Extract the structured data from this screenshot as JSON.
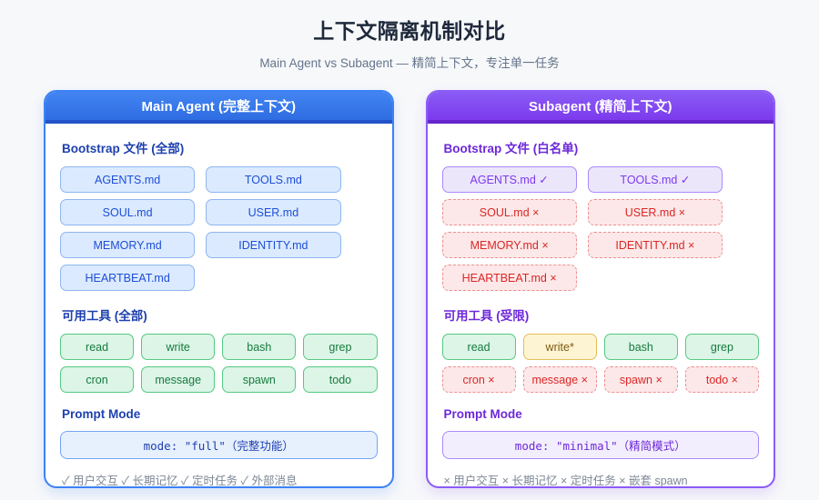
{
  "page": {
    "title": "上下文隔离机制对比",
    "subtitle": "Main Agent vs Subagent — 精简上下文，专注单一任务"
  },
  "colors": {
    "main_accent": "#2e6ce2",
    "sub_accent": "#7c3aed",
    "allowed_green": "#177a3e",
    "blocked_red": "#dc2626",
    "partial_yellow": "#7d5a11"
  },
  "main_agent": {
    "header": "Main Agent (完整上下文)",
    "files_heading": "Bootstrap 文件 (全部)",
    "files": [
      {
        "label": "AGENTS.md",
        "status": "included"
      },
      {
        "label": "TOOLS.md",
        "status": "included"
      },
      {
        "label": "SOUL.md",
        "status": "included"
      },
      {
        "label": "USER.md",
        "status": "included"
      },
      {
        "label": "MEMORY.md",
        "status": "included"
      },
      {
        "label": "IDENTITY.md",
        "status": "included"
      },
      {
        "label": "HEARTBEAT.md",
        "status": "included"
      }
    ],
    "tools_heading": "可用工具 (全部)",
    "tools": [
      {
        "label": "read",
        "status": "allowed"
      },
      {
        "label": "write",
        "status": "allowed"
      },
      {
        "label": "bash",
        "status": "allowed"
      },
      {
        "label": "grep",
        "status": "allowed"
      },
      {
        "label": "cron",
        "status": "allowed"
      },
      {
        "label": "message",
        "status": "allowed"
      },
      {
        "label": "spawn",
        "status": "allowed"
      },
      {
        "label": "todo",
        "status": "allowed"
      }
    ],
    "prompt_heading": "Prompt Mode",
    "prompt_mode": "mode: \"full\"（完整功能）",
    "footer": "✓ 用户交互 ✓ 长期记忆 ✓ 定时任务 ✓ 外部消息"
  },
  "subagent": {
    "header": "Subagent (精简上下文)",
    "files_heading": "Bootstrap 文件 (白名单)",
    "files": [
      {
        "label": "AGENTS.md ✓",
        "status": "allowed"
      },
      {
        "label": "TOOLS.md ✓",
        "status": "allowed"
      },
      {
        "label": "SOUL.md ×",
        "status": "blocked"
      },
      {
        "label": "USER.md ×",
        "status": "blocked"
      },
      {
        "label": "MEMORY.md ×",
        "status": "blocked"
      },
      {
        "label": "IDENTITY.md ×",
        "status": "blocked"
      },
      {
        "label": "HEARTBEAT.md ×",
        "status": "blocked"
      }
    ],
    "tools_heading": "可用工具 (受限)",
    "tools": [
      {
        "label": "read",
        "status": "allowed"
      },
      {
        "label": "write*",
        "status": "partial"
      },
      {
        "label": "bash",
        "status": "allowed"
      },
      {
        "label": "grep",
        "status": "allowed"
      },
      {
        "label": "cron ×",
        "status": "blocked"
      },
      {
        "label": "message ×",
        "status": "blocked"
      },
      {
        "label": "spawn ×",
        "status": "blocked"
      },
      {
        "label": "todo ×",
        "status": "blocked"
      }
    ],
    "prompt_heading": "Prompt Mode",
    "prompt_mode": "mode: \"minimal\"（精简模式）",
    "footer": "× 用户交互 × 长期记忆 × 定时任务 × 嵌套 spawn"
  }
}
